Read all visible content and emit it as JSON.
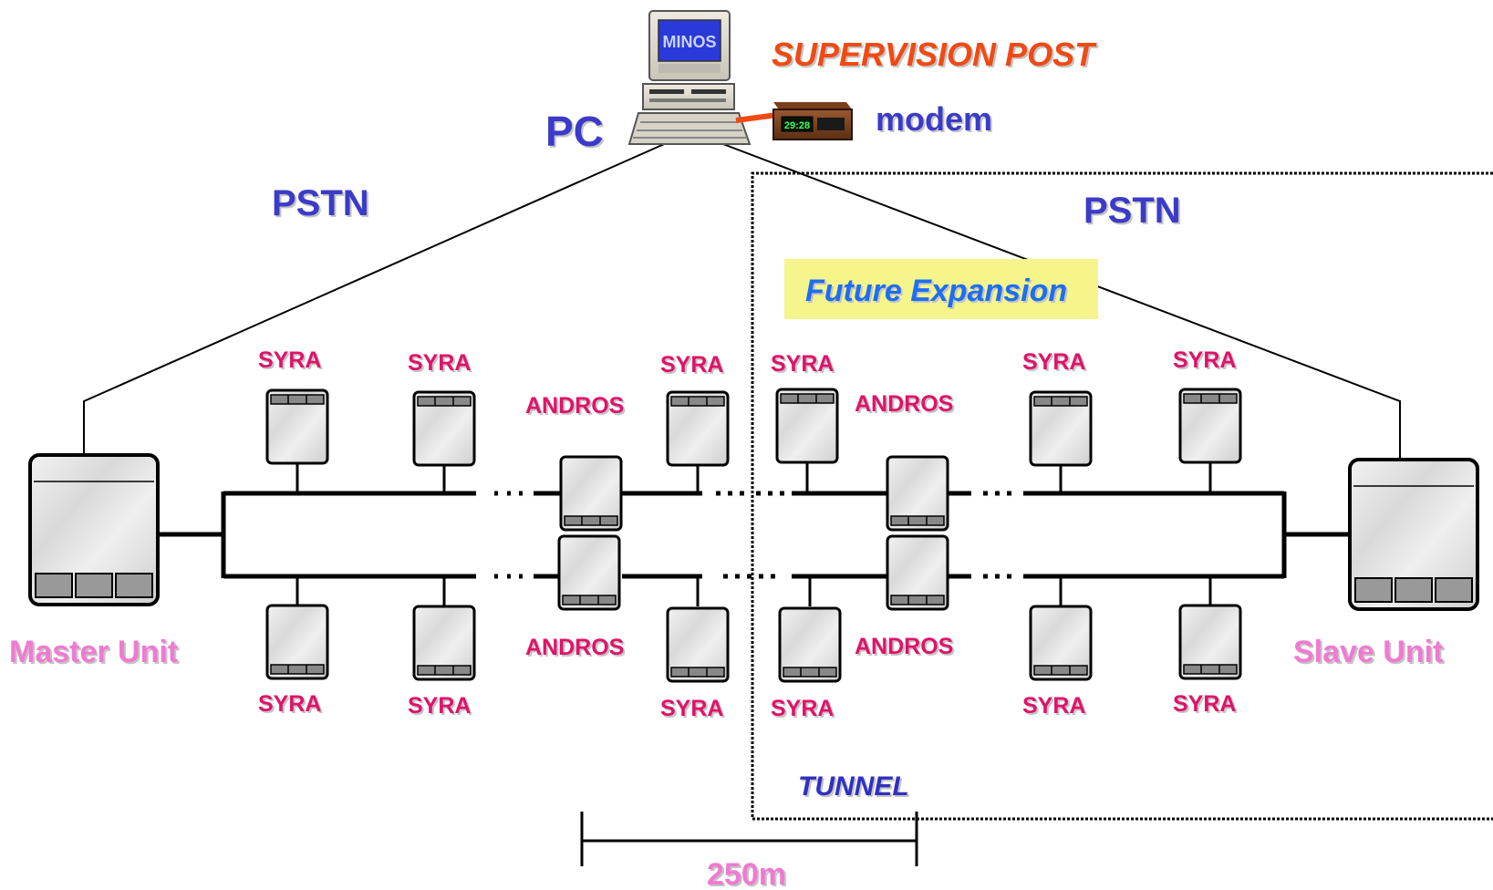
{
  "supervision_post": {
    "label": "SUPERVISION POST"
  },
  "pc": {
    "label": "PC",
    "screen_text": "MINOS"
  },
  "modem": {
    "label": "modem",
    "display": "29:28"
  },
  "pstn": {
    "left_label": "PSTN",
    "right_label": "PSTN"
  },
  "future_expansion": {
    "label": "Future Expansion",
    "bg_color": "#f5f58c"
  },
  "tunnel": {
    "label": "TUNNEL"
  },
  "master_unit": {
    "label": "Master Unit"
  },
  "slave_unit": {
    "label": "Slave Unit"
  },
  "devices": {
    "top": [
      "SYRA",
      "SYRA",
      "ANDROS",
      "SYRA",
      "SYRA",
      "ANDROS",
      "SYRA",
      "SYRA"
    ],
    "bottom": [
      "SYRA",
      "SYRA",
      "ANDROS",
      "SYRA",
      "SYRA",
      "ANDROS",
      "SYRA",
      "SYRA"
    ]
  },
  "distance": {
    "label": "250m"
  },
  "colors": {
    "pc_label": "#3b3bc8",
    "supervision": "#f04a14",
    "unit_label": "#f07ad2",
    "device_label": "#e0126a",
    "future_expansion_text": "#1e6ef0",
    "modem_link": "#f04a14"
  }
}
